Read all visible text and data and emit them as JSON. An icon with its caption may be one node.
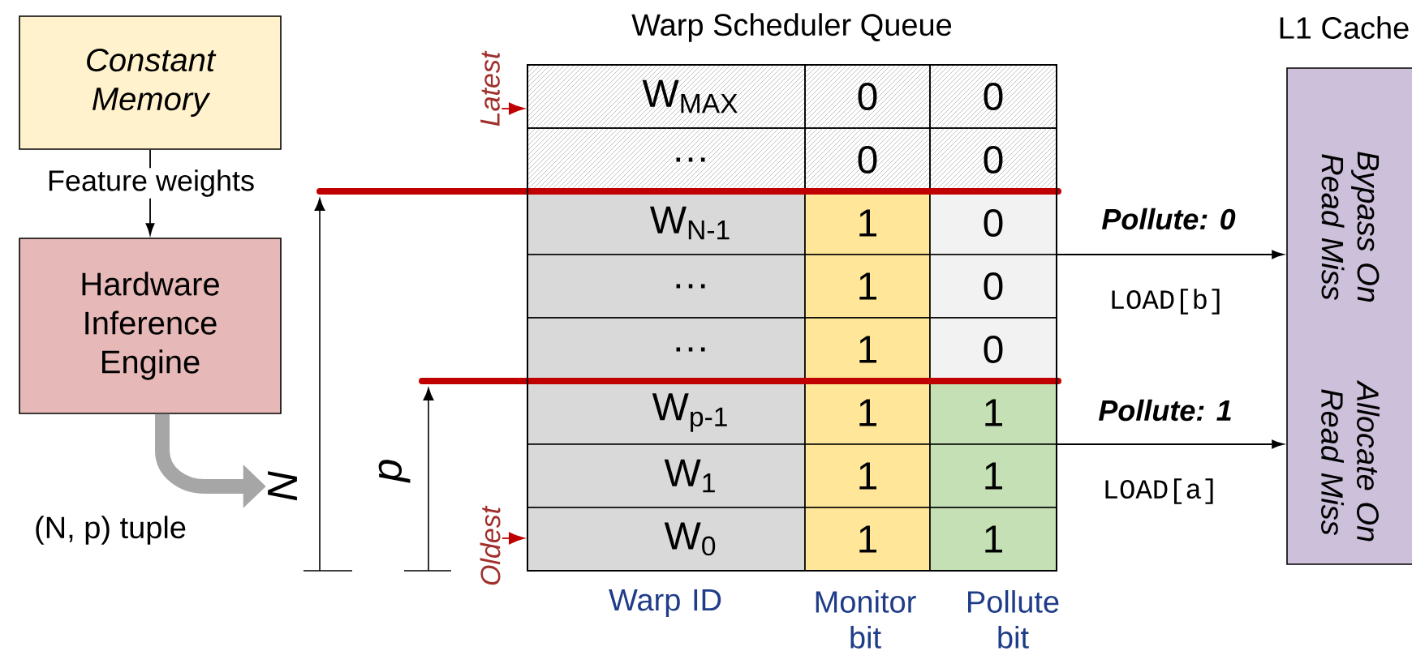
{
  "diagram": {
    "nodes": [
      {
        "text": [
          "Constant Memory"
        ]
      },
      {
        "text": [
          "Hardware Inference Engine"
        ]
      },
      {
        "text": [
          "Warp Scheduler Queue"
        ],
        "beside": [
          "Warp ID",
          "Monitor bit",
          "Pollute bit"
        ]
      },
      {
        "text": [
          "L1 Cache",
          "Bypass On Read Miss",
          "Allocate On Read Miss"
        ]
      },
      {
        "text": [
          "Latest"
        ]
      },
      {
        "text": [
          "Oldest"
        ]
      },
      {
        "text": [
          "N"
        ]
      }
    ],
    "edges": [
      {
        "from": 0,
        "to": 1,
        "arrow": "to",
        "label": "Feature weights"
      },
      {
        "from": 1,
        "to": 6,
        "arrow": "to",
        "label": "(N, p) tuple",
        "style": "thick",
        "color": "#a6a6a6"
      },
      {
        "from": 2,
        "to": 3,
        "arrow": "to",
        "label": "Pollute: 0"
      },
      {
        "from": 2,
        "to": 3,
        "arrow": "to",
        "label": "Pollute: 1"
      },
      {
        "from": 4,
        "to": 2,
        "arrow": "to",
        "color": "#c00000"
      },
      {
        "from": 5,
        "to": 2,
        "arrow": "to",
        "color": "#c00000"
      }
    ],
    "labels": [
      "p",
      "W$_{MAX}$",
      "0",
      "0",
      "…",
      "0",
      "0",
      "W$_{N-1}$",
      "1",
      "0",
      "…",
      "1",
      "0",
      "…",
      "1",
      "0",
      "W$_{p-1}$",
      "1",
      "1",
      "W$_{1}$",
      "1",
      "1",
      "W$_{0}$",
      "1",
      "1",
      "LOAD[b]",
      "LOAD[a]"
    ]
  }
}
